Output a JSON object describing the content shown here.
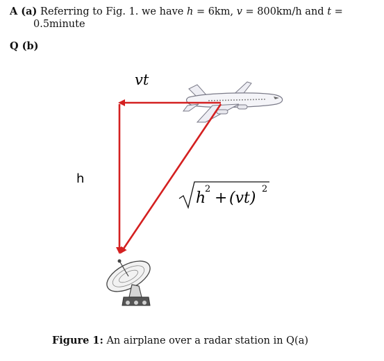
{
  "answer": {
    "lead": "A (a)",
    "text_part1": "Referring to Fig. 1. we have",
    "h_sym": "h",
    "h_val": "= 6km,",
    "v_sym": "v",
    "v_val": "= 800km/h and",
    "t_sym": "t",
    "t_eq": "=",
    "t_val": "0.5minute"
  },
  "question": {
    "label": "Q (b)"
  },
  "figure": {
    "vt_label": "vt",
    "h_label": "h",
    "formula": {
      "h": "h",
      "sq1": "2",
      "plus": "+",
      "vt": "(vt)",
      "sq2": "2"
    },
    "colors": {
      "arrow": "#d42020",
      "plane_body": "#f4f4f8",
      "plane_outline": "#7a7a88",
      "dish_fill": "#f2f2f2",
      "dish_outline": "#444444"
    }
  },
  "caption": {
    "label": "Figure 1:",
    "text": "An airplane over a radar station in Q(a)"
  }
}
